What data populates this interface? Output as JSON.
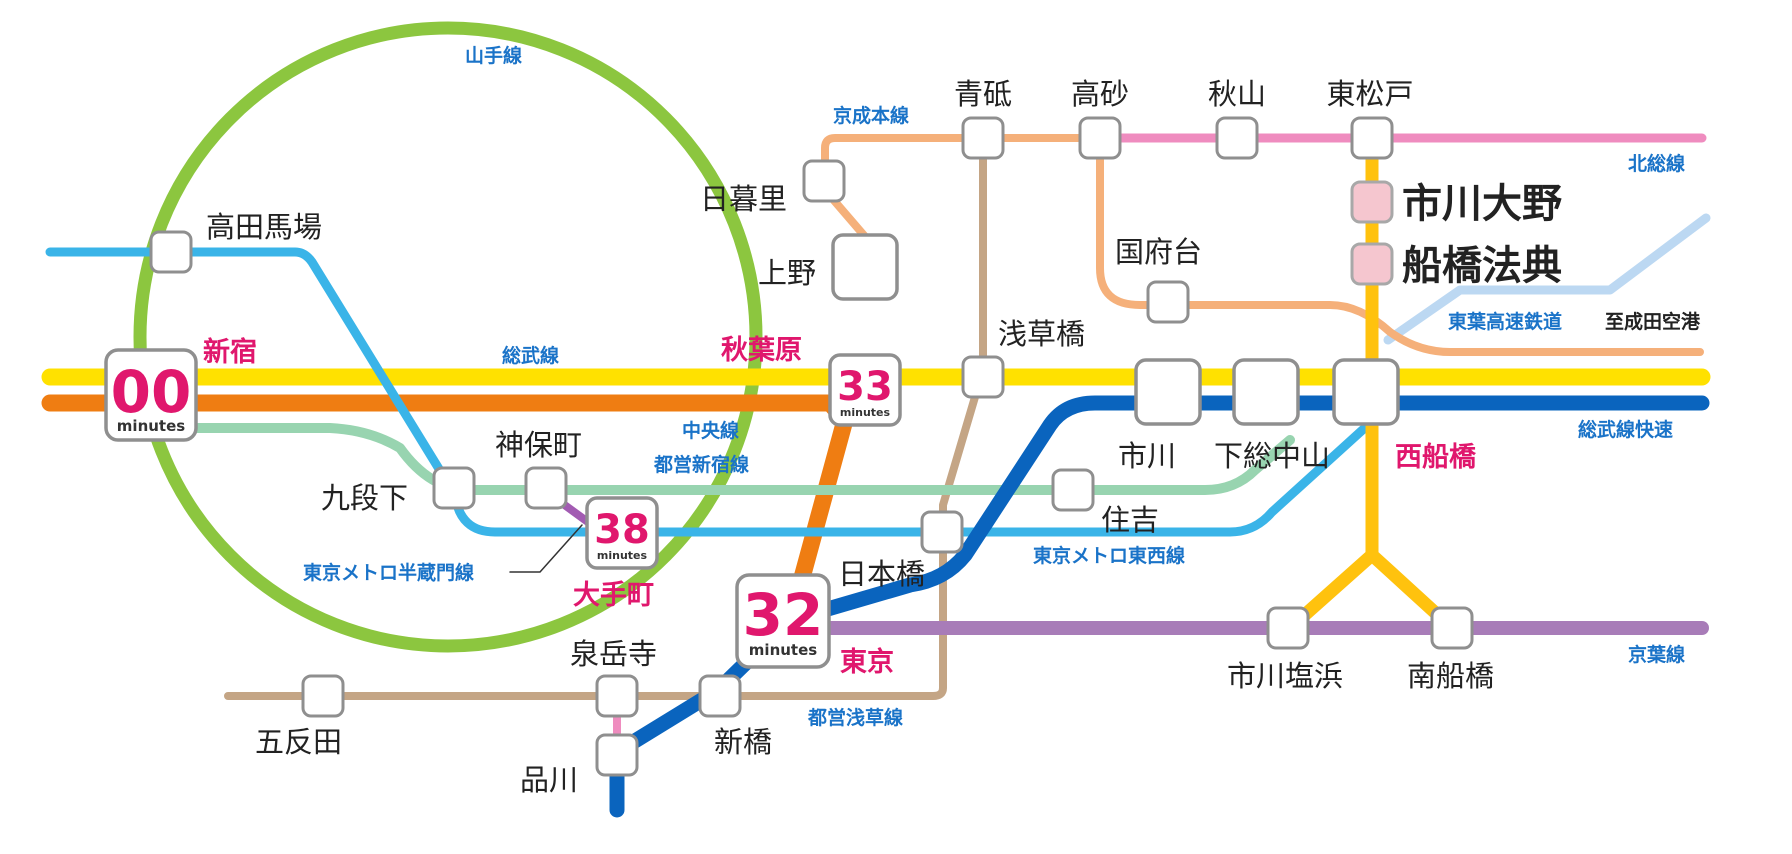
{
  "line_names": {
    "yamanote": "山手線",
    "keisei_main": "京成本線",
    "hokuso": "北総線",
    "sobu": "総武線",
    "chuo": "中央線",
    "toei_shinjuku": "都営新宿線",
    "hanzomon": "東京メトロ半蔵門線",
    "tozai": "東京メトロ東西線",
    "toei_asakusa": "都営浅草線",
    "toyo_rapid": "東葉高速鉄道",
    "sobu_rapid": "総武線快速",
    "keiyo": "京葉線"
  },
  "stations": {
    "aoto": "青砥",
    "takasago": "高砂",
    "akiyama": "秋山",
    "higashi_matsudo": "東松戸",
    "nippori": "日暮里",
    "ueno": "上野",
    "takadanobaba": "高田馬場",
    "kokufudai": "国府台",
    "asakusabashi": "浅草橋",
    "jimbocho": "神保町",
    "kudanshita": "九段下",
    "ichikawa": "市川",
    "shimosa_nakayama": "下総中山",
    "sumiyoshi": "住吉",
    "nihombashi": "日本橋",
    "sengakuji": "泉岳寺",
    "gotanda": "五反田",
    "shinbashi": "新橋",
    "shinagawa": "品川",
    "ichikawa_shiohama": "市川塩浜",
    "minami_funabashi": "南船橋"
  },
  "hubs": {
    "shinjuku": {
      "name": "新宿",
      "time": "00",
      "unit": "minutes"
    },
    "akihabara": {
      "name": "秋葉原",
      "time": "33",
      "unit": "minutes"
    },
    "otemachi": {
      "name": "大手町",
      "time": "38",
      "unit": "minutes"
    },
    "tokyo": {
      "name": "東京",
      "time": "32",
      "unit": "minutes"
    },
    "nishi_funabashi": {
      "name": "西船橋"
    }
  },
  "destinations": {
    "ichikawa_ono": "市川大野",
    "funabashi_hoten": "船橋法典"
  },
  "annotations": {
    "narita": "至成田空港"
  },
  "colors": {
    "yamanote": "#8cc63f",
    "sobu": "#ffe100",
    "chuo": "#ef7d12",
    "toei_shinjuku": "#98d4b0",
    "tozai": "#3ab4e8",
    "sobu_rapid": "#0a64be",
    "keiyo": "#a87cb8",
    "toei_asakusa": "#c4a585",
    "keisei": "#f5b07a",
    "hokuso": "#ef8cbf",
    "musashino": "#ffc20e",
    "toyo": "#bcd8f2",
    "hanzomon": "#a25bb2",
    "hub_red": "#e0176d",
    "line_label": "#1a73c8"
  }
}
